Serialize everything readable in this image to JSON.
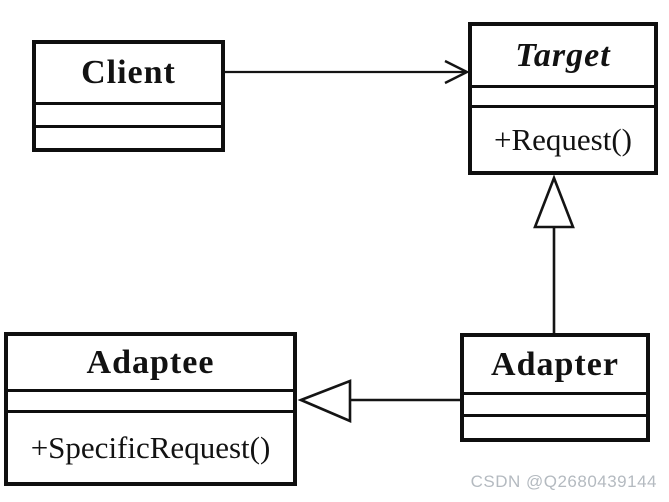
{
  "diagram": {
    "name": "Adapter design pattern UML class diagram",
    "classes": [
      {
        "name": "Client",
        "attributes": [],
        "methods": []
      },
      {
        "name": "Target",
        "name_style": "italic-abstract",
        "attributes": [],
        "methods": [
          "+Request()"
        ]
      },
      {
        "name": "Adaptee",
        "attributes": [],
        "methods": [
          "+SpecificRequest()"
        ]
      },
      {
        "name": "Adapter",
        "attributes": [],
        "methods": []
      }
    ],
    "relationships": [
      {
        "from": "Client",
        "to": "Target",
        "type": "association",
        "arrowhead": "open-arrow"
      },
      {
        "from": "Adapter",
        "to": "Target",
        "type": "generalization",
        "arrowhead": "hollow-triangle"
      },
      {
        "from": "Adapter",
        "to": "Adaptee",
        "type": "generalization",
        "arrowhead": "hollow-triangle"
      }
    ]
  },
  "watermark": {
    "text": "CSDN @Q2680439144",
    "color": "#b4bac0"
  },
  "colors": {
    "stroke": "#121212",
    "background": "#ffffff",
    "box_fill": "#ffffff"
  }
}
